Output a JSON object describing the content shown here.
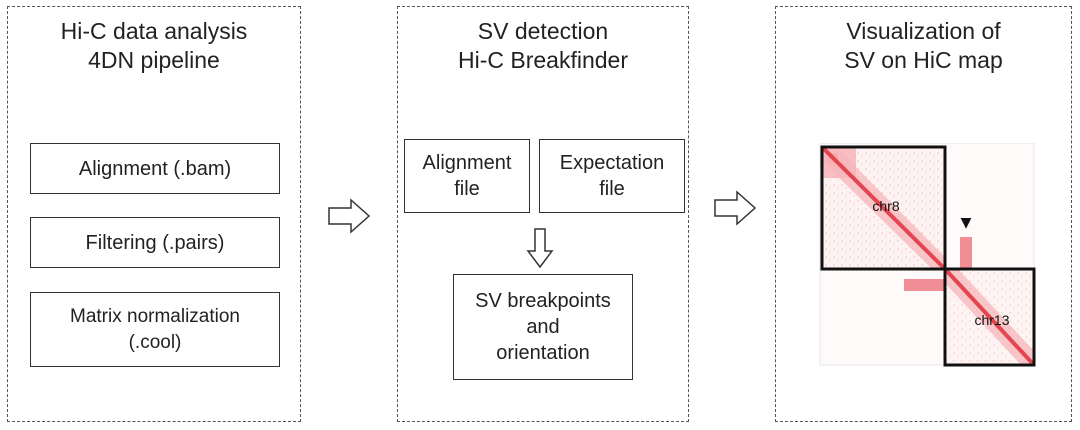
{
  "panels": [
    {
      "title_lines": [
        "Hi-C data analysis",
        "4DN pipeline"
      ],
      "boxes": [
        {
          "lines": [
            "Alignment (.bam)"
          ]
        },
        {
          "lines": [
            "Filtering (.pairs)"
          ]
        },
        {
          "lines": [
            "Matrix normalization",
            "(.cool)"
          ]
        }
      ]
    },
    {
      "title_lines": [
        "SV detection",
        "Hi-C Breakfinder"
      ],
      "boxes": [
        {
          "lines": [
            "Alignment",
            "file"
          ]
        },
        {
          "lines": [
            "Expectation",
            "file"
          ]
        },
        {
          "lines": [
            "SV breakpoints",
            "and",
            "orientation"
          ]
        }
      ]
    },
    {
      "title_lines": [
        "Visualization of",
        "SV on HiC map"
      ],
      "map": {
        "chromosome_labels": [
          "chr8",
          "chr13"
        ],
        "marker": "▼",
        "accent_color": "#e0303a",
        "block_border_color": "#111111"
      }
    }
  ],
  "connectors": [
    "arrow-right",
    "arrow-right",
    "arrow-down"
  ]
}
